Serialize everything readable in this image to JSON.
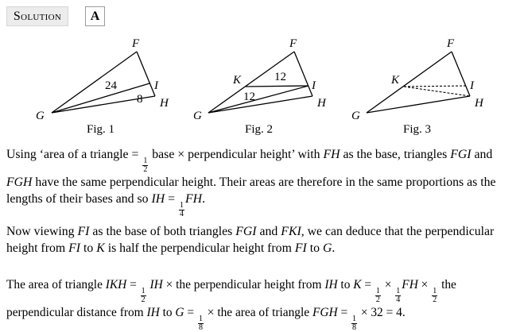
{
  "header": {
    "label": "Solution",
    "answer": "A"
  },
  "figures": {
    "fig1": {
      "vertices": {
        "F": "F",
        "G": "G",
        "H": "H",
        "I": "I"
      },
      "area_labels": [
        "24",
        "8"
      ],
      "caption": "Fig. 1"
    },
    "fig2": {
      "vertices": {
        "F": "F",
        "G": "G",
        "H": "H",
        "I": "I",
        "K": "K"
      },
      "area_labels": [
        "12",
        "12"
      ],
      "caption": "Fig. 2"
    },
    "fig3": {
      "vertices": {
        "F": "F",
        "G": "G",
        "H": "H",
        "I": "I",
        "K": "K"
      },
      "caption": "Fig. 3"
    }
  },
  "text": {
    "p1": {
      "a": "Using ‘area of a triangle = ",
      "half_num": "1",
      "half_den": "2",
      "b": " base × perpendicular height’ with ",
      "FH": "FH",
      "c": " as the base, triangles ",
      "FGI": "FGI",
      "d": " and ",
      "FGH": "FGH",
      "e": " have the same perpendicular height.  Their areas are therefore in the same proportions as the lengths of their bases and so ",
      "IH": "IH",
      "f": " = ",
      "q_num": "1",
      "q_den": "4",
      "FH2": "FH",
      "g": "."
    },
    "p2": {
      "a": "Now viewing ",
      "FI": "FI",
      "b": " as the base of both triangles ",
      "FGI": "FGI",
      "c": " and ",
      "FKI": "FKI",
      "d": ", we can deduce that the perpendicular height from ",
      "FI2": "FI",
      "e": " to ",
      "K": "K",
      "f": " is half the perpendicular height from ",
      "FI3": "FI",
      "g": " to ",
      "G": "G",
      "h": "."
    },
    "p3": {
      "a": "The area of triangle ",
      "IKH": "IKH",
      "b": " = ",
      "h1n": "1",
      "h1d": "2",
      "IH": " IH",
      "c": " × the perpendicular height from ",
      "IH2": "IH",
      "d": " to ",
      "K": "K",
      "e": " = ",
      "h2n": "1",
      "h2d": "2",
      "f": " × ",
      "q1n": "1",
      "q1d": "4",
      "FH": "FH",
      "g": " × ",
      "h3n": "1",
      "h3d": "2",
      "h": " the perpendicular distance from ",
      "IH3": "IH",
      "i": " to ",
      "G": "G",
      "j": " = ",
      "e1n": "1",
      "e1d": "8",
      "k": " × the area of triangle ",
      "FGH": "FGH",
      "l": " = ",
      "e2n": "1",
      "e2d": "8",
      "m": " × 32 = 4."
    }
  }
}
